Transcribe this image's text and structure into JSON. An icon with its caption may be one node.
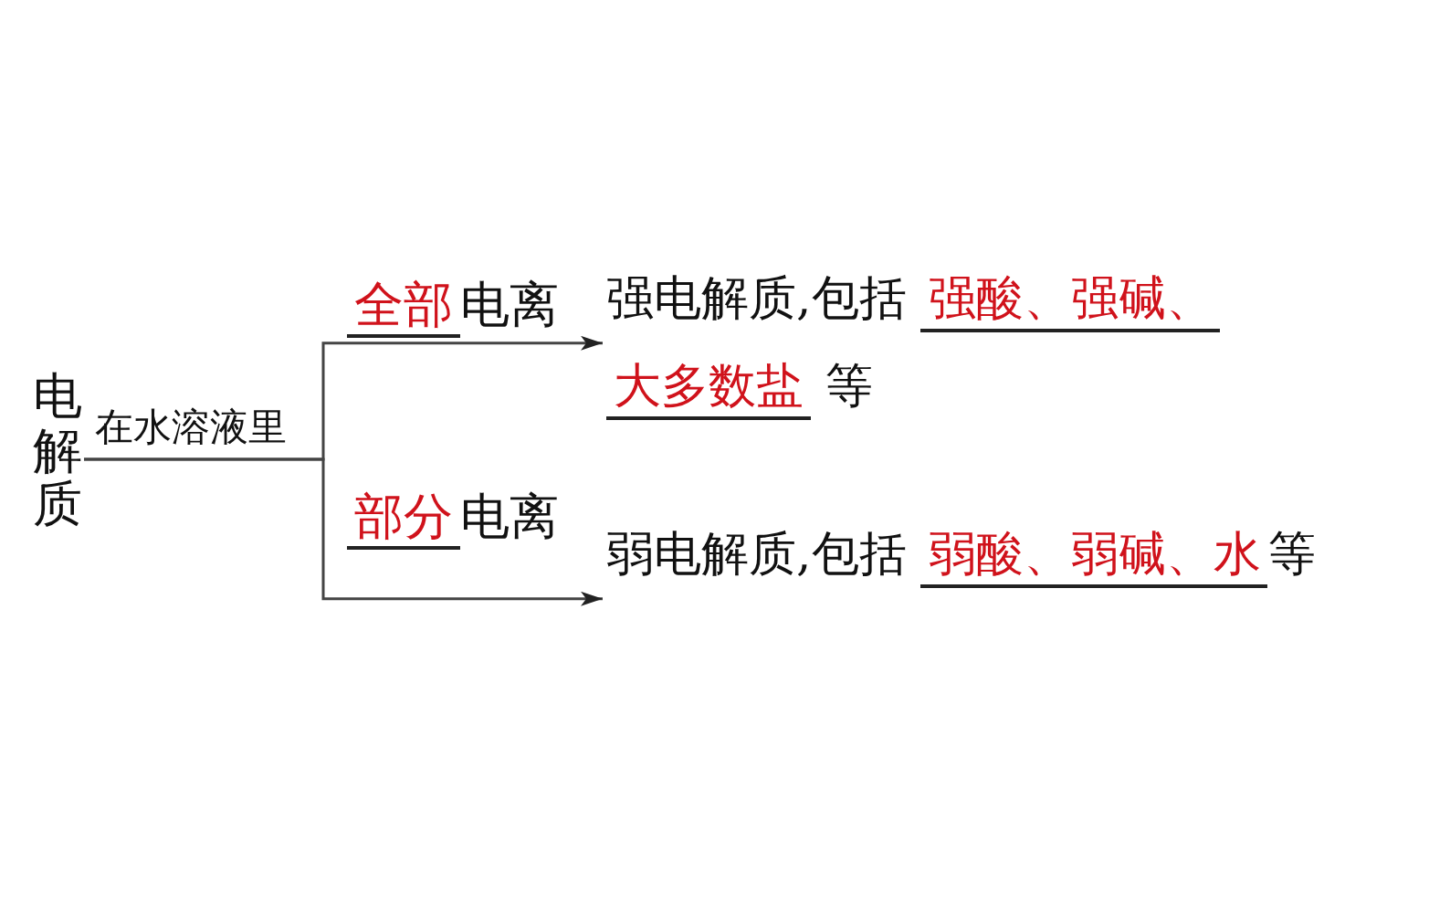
{
  "diagram": {
    "nodes": [
      {
        "text": [
          "电解质"
        ]
      },
      {
        "text": [
          "强电解质,包括",
          "强酸、强碱、",
          "大多数盐",
          "等"
        ]
      },
      {
        "text": [
          "弱电解质,包括",
          "弱酸、弱碱、水",
          "等"
        ]
      }
    ],
    "edges": [
      {
        "from": 0,
        "to": 1,
        "arrow": "to",
        "label": "电离"
      },
      {
        "from": 0,
        "to": 2,
        "arrow": "to",
        "label": "电离"
      }
    ],
    "labels": [
      "在水溶液里",
      "全部",
      "部分"
    ]
  }
}
